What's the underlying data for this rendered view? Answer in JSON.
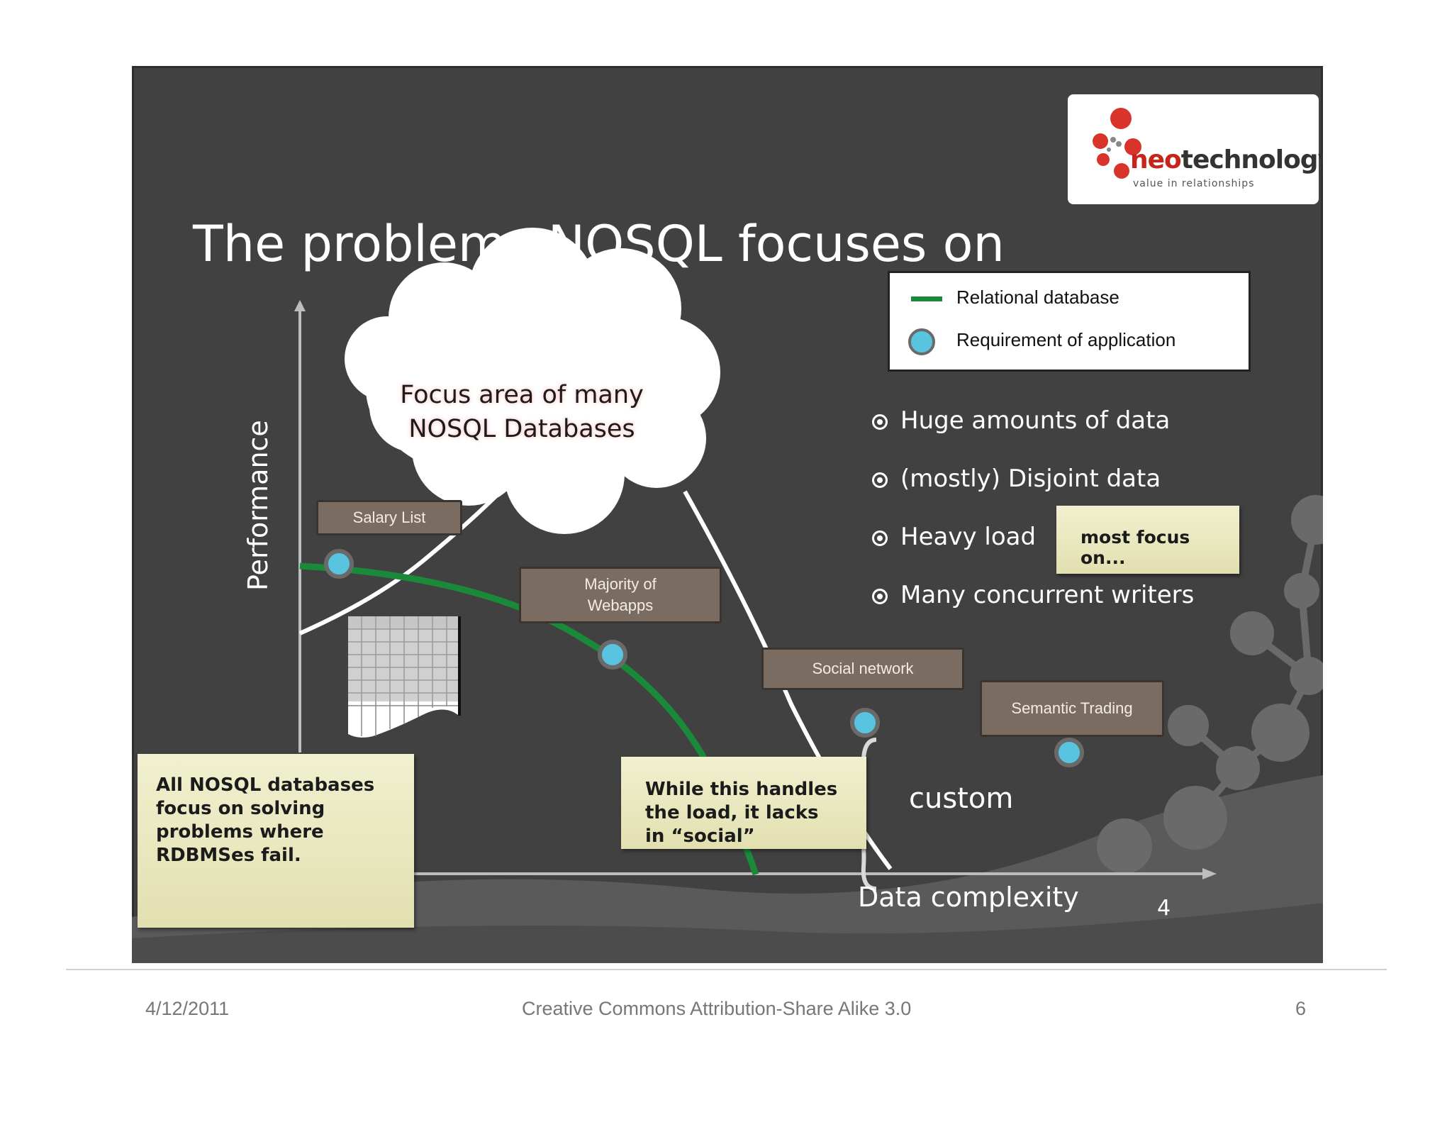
{
  "slide": {
    "title": "The problems NOSQL focuses on",
    "logo": {
      "brand_red": "neo",
      "brand_dark": "technology",
      "tagline": "value in relationships"
    },
    "legend": {
      "items": [
        {
          "label": "Relational database",
          "symbol": "green-line",
          "color": "#1a8a3a"
        },
        {
          "label": "Requirement of application",
          "symbol": "blue-dot",
          "color": "#58c4e0"
        }
      ]
    },
    "bullets": [
      "Huge amounts of data",
      "(mostly) Disjoint data",
      "Heavy load",
      "Many concurrent writers"
    ],
    "cloud_text": [
      "Focus area of many",
      "NOSQL Databases"
    ],
    "tags": [
      "Salary List",
      "Majority of Webapps",
      "Social network",
      "Semantic Trading"
    ],
    "notes": {
      "left": "All NOSQL databases focus on solving problems where RDBMSes fail.",
      "middle": "While this handles the load, it lacks in “social”",
      "right": "most focus on..."
    },
    "axes": {
      "y": "Performance",
      "x": "Data complexity"
    },
    "custom_label": "custom",
    "slide_number": "4"
  },
  "footer": {
    "date": "4/12/2011",
    "license": "Creative Commons Attribution-Share Alike 3.0",
    "page": "6"
  },
  "colors": {
    "slide_bg": "#414141",
    "relational_line": "#1a8a3a",
    "requirement_dot": "#58c4e0",
    "tag_bg": "#7a6c60",
    "note_bg": "#f1f0cf"
  }
}
